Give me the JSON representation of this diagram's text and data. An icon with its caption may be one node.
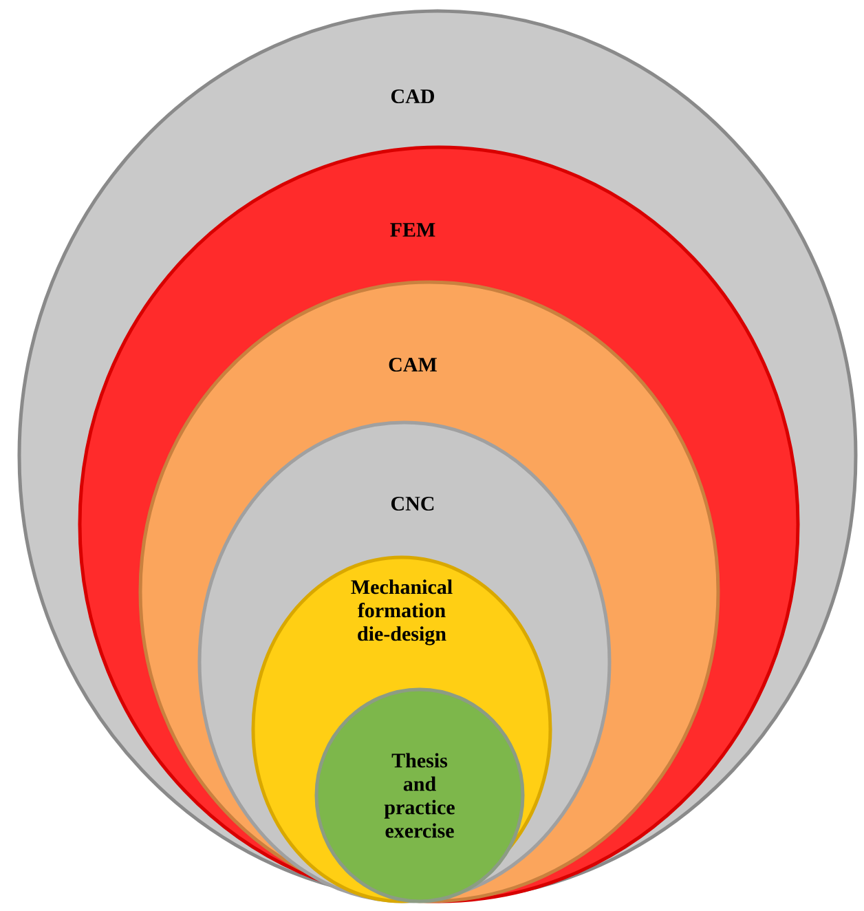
{
  "diagram": {
    "nodes": [
      {
        "text": [
          "CAD"
        ]
      },
      {
        "text": [
          "FEM"
        ],
        "in": 0
      },
      {
        "text": [
          "CAM"
        ],
        "in": 1
      },
      {
        "text": [
          "CNC"
        ],
        "in": 2
      },
      {
        "text": [
          "Mechanical formation die-design"
        ],
        "in": 3
      },
      {
        "text": [
          "Thesis and practice exercise"
        ],
        "in": 4
      }
    ]
  }
}
